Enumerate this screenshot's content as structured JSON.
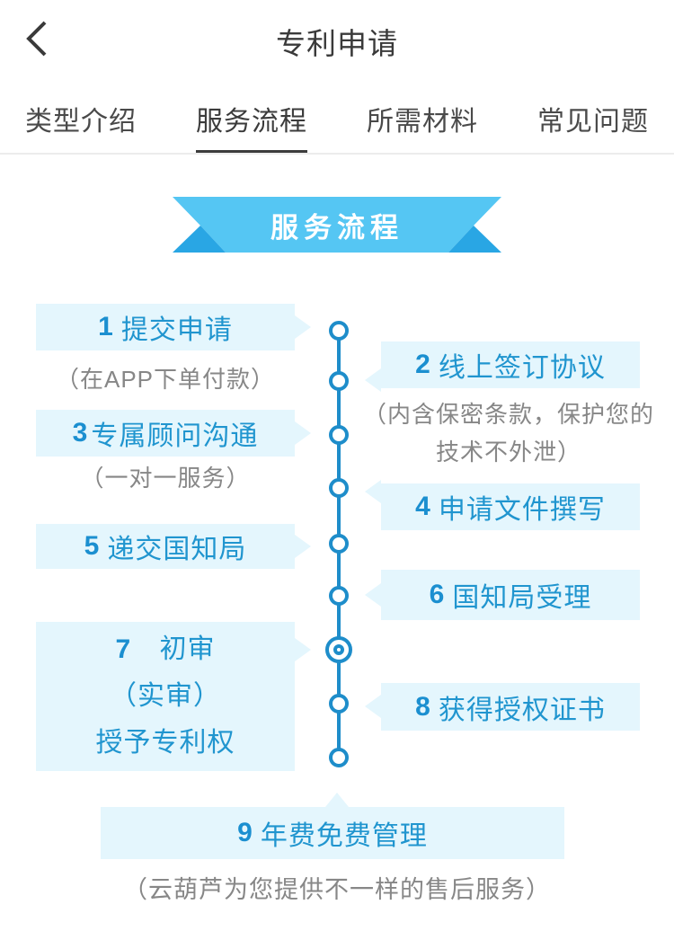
{
  "header": {
    "title": "专利申请"
  },
  "tabs": {
    "items": [
      {
        "label": "类型介绍"
      },
      {
        "label": "服务流程"
      },
      {
        "label": "所需材料"
      },
      {
        "label": "常见问题"
      }
    ],
    "active_index": 1
  },
  "banner": {
    "label": "服务流程"
  },
  "steps": {
    "s1": {
      "num": "1",
      "title": "提交申请",
      "note": "（在APP下单付款）"
    },
    "s2": {
      "num": "2",
      "title": "线上签订协议",
      "note_line1": "（内含保密条款，保护您的",
      "note_line2": "技术不外泄）"
    },
    "s3": {
      "num": "3",
      "title": "专属顾问沟通",
      "note": "（一对一服务）"
    },
    "s4": {
      "num": "4",
      "title": "申请文件撰写"
    },
    "s5": {
      "num": "5",
      "title": "递交国知局"
    },
    "s6": {
      "num": "6",
      "title": "国知局受理"
    },
    "s7": {
      "num": "7",
      "line1": "初审",
      "line2": "（实审）",
      "line3": "授予专利权"
    },
    "s8": {
      "num": "8",
      "title": "获得授权证书"
    },
    "s9": {
      "num": "9",
      "title": "年费免费管理",
      "note": "（云葫芦为您提供不一样的售后服务）"
    }
  },
  "colors": {
    "timeline_blue": "#1e8dca",
    "box_text_blue": "#2095cf",
    "box_bg": "#e4f6fd",
    "ribbon_light": "#55c6f3",
    "ribbon_dark": "#29a6e4",
    "note_gray": "#878787",
    "tab_underline": "#3c3c3c"
  }
}
